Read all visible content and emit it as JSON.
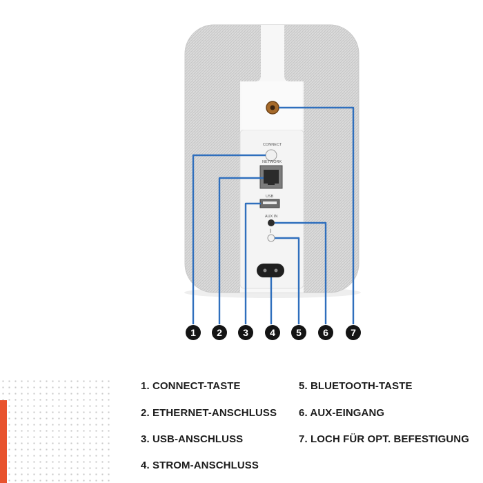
{
  "port_labels": {
    "connect": "CONNECT",
    "network": "NETWORK",
    "usb": "USB",
    "aux": "AUX IN"
  },
  "callouts": [
    "1",
    "2",
    "3",
    "4",
    "5",
    "6",
    "7"
  ],
  "legend": [
    "1. CONNECT-TASTE",
    "2. ETHERNET-ANSCHLUSS",
    "3. USB-ANSCHLUSS",
    "4. STROM-ANSCHLUSS",
    "5. BLUETOOTH-TASTE",
    "6. AUX-EINGANG",
    "7. LOCH FÜR OPT. BEFESTIGUNG"
  ],
  "colors": {
    "callout_line": "#2f6fbd",
    "callout_badge": "#141414",
    "accent_bar": "#e8532e",
    "speaker_fabric": "#d7d7d7",
    "panel": "#f4f4f4"
  }
}
